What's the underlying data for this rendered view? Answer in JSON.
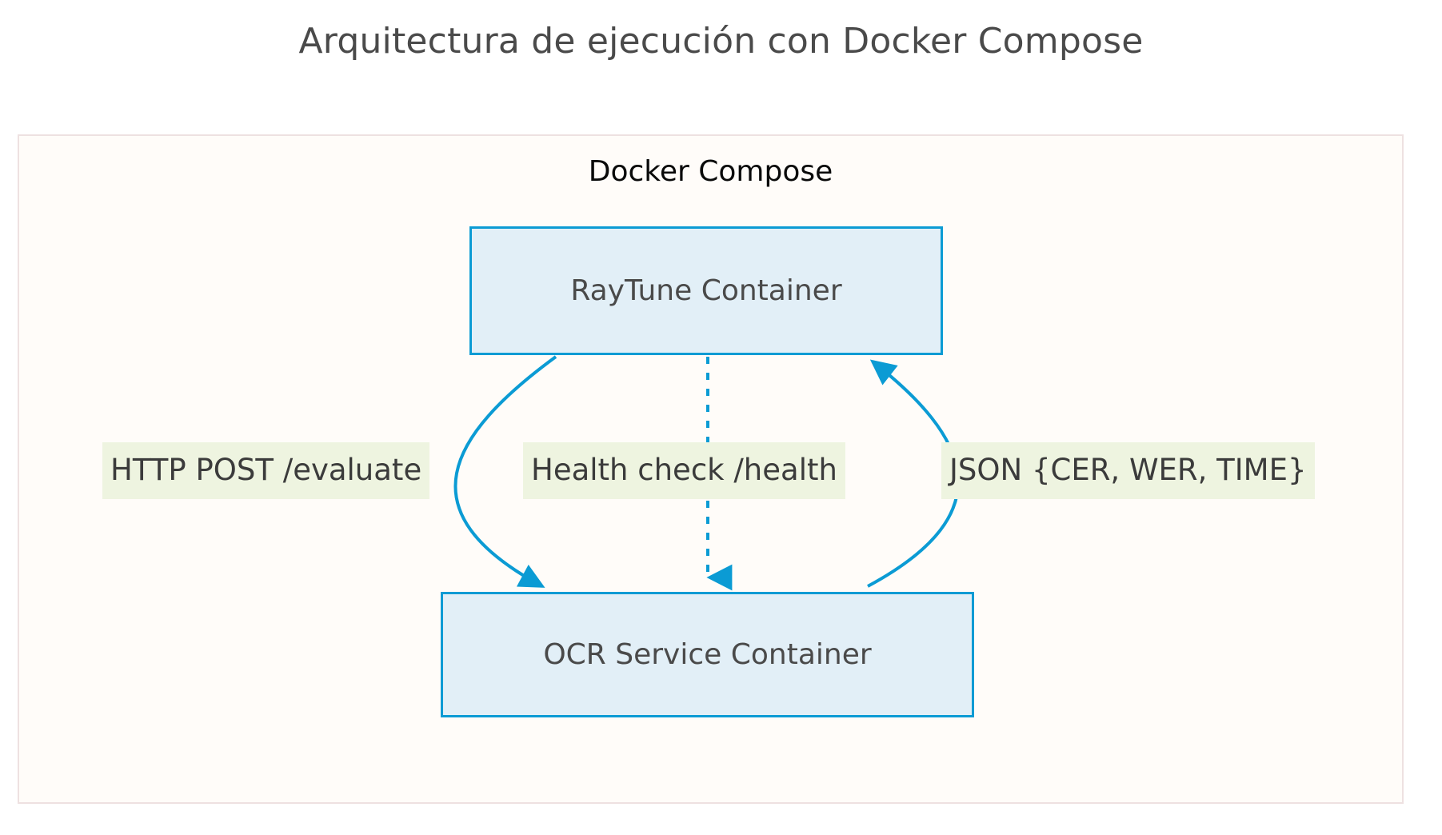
{
  "title": "Arquitectura de ejecución con Docker Compose",
  "subgraph": {
    "label": "Docker Compose"
  },
  "nodes": [
    {
      "id": "raytune",
      "label": "RayTune Container"
    },
    {
      "id": "ocr",
      "label": "OCR Service Container"
    }
  ],
  "edges": [
    {
      "id": "request",
      "from": "RayTune Container",
      "to": "OCR Service Container",
      "label": "HTTP POST /evaluate",
      "style": "solid-curved",
      "arrow": "down"
    },
    {
      "id": "health",
      "from": "RayTune Container",
      "to": "OCR Service Container",
      "label": "Health check /health",
      "style": "dotted-straight",
      "arrow": "down"
    },
    {
      "id": "response",
      "from": "OCR Service Container",
      "to": "RayTune Container",
      "label": "JSON {CER, WER, TIME}",
      "style": "solid-curved",
      "arrow": "up"
    }
  ],
  "colors": {
    "title_text": "#4a4a4a",
    "node_fill": "#e2eff7",
    "node_stroke": "#0b9bd4",
    "node_text": "#4a4a4a",
    "subgraph_fill": "#fffcf9",
    "subgraph_stroke": "#eee1e1",
    "subgraph_text": "#0a0a0a",
    "edge_stroke": "#0b9bd4",
    "edge_label_fill": "#eef4e0",
    "edge_label_text": "#3b3b3b",
    "page_background": "#ffffff"
  }
}
